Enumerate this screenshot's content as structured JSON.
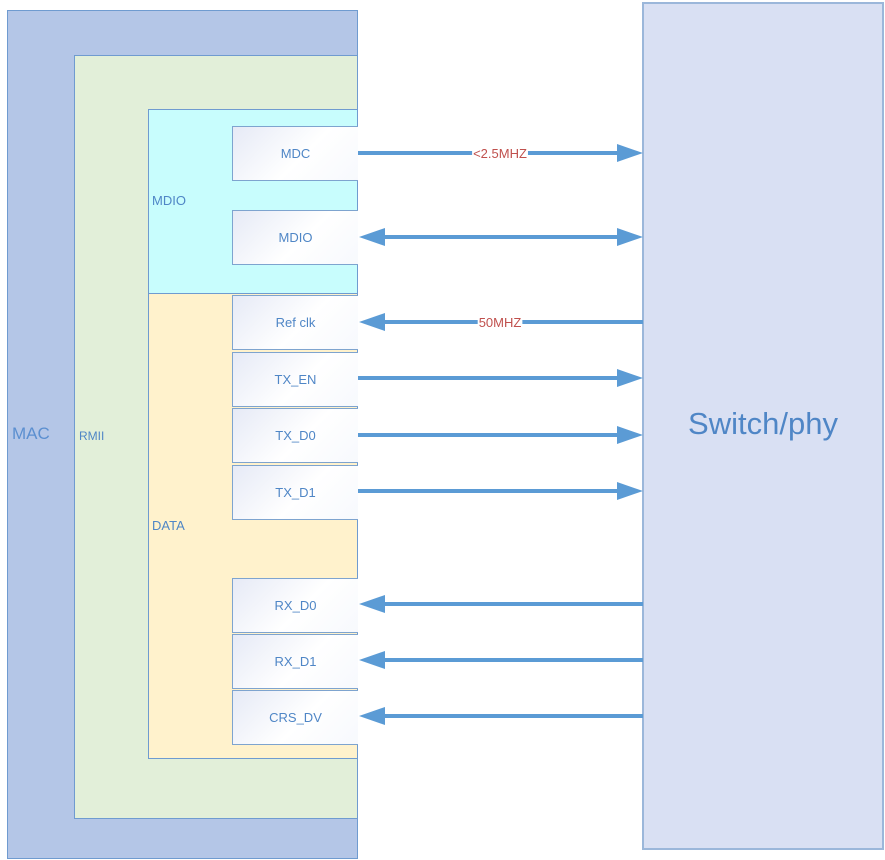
{
  "mac": {
    "label": "MAC"
  },
  "rmii": {
    "label": "RMII"
  },
  "groups": {
    "mdio": {
      "label": "MDIO"
    },
    "data": {
      "label": "DATA"
    }
  },
  "phy": {
    "label": "Switch/phy"
  },
  "signals": [
    {
      "name": "MDC",
      "direction": "to-phy",
      "annotation": "<2.5MHZ"
    },
    {
      "name": "MDIO",
      "direction": "bidirectional",
      "annotation": ""
    },
    {
      "name": "Ref clk",
      "direction": "to-mac",
      "annotation": "50MHZ"
    },
    {
      "name": "TX_EN",
      "direction": "to-phy",
      "annotation": ""
    },
    {
      "name": "TX_D0",
      "direction": "to-phy",
      "annotation": ""
    },
    {
      "name": "TX_D1",
      "direction": "to-phy",
      "annotation": ""
    },
    {
      "name": "RX_D0",
      "direction": "to-mac",
      "annotation": ""
    },
    {
      "name": "RX_D1",
      "direction": "to-mac",
      "annotation": ""
    },
    {
      "name": "CRS_DV",
      "direction": "to-mac",
      "annotation": ""
    }
  ],
  "colors": {
    "mac_fill": "#b4c6e7",
    "rmii_fill": "#e2efd9",
    "mdio_fill": "#c8fdfd",
    "data_fill": "#fff2cc",
    "phy_fill": "#d9e0f3",
    "arrow": "#5b9bd5",
    "annotation_text": "#c0504d",
    "label_text": "#4f86c6"
  }
}
